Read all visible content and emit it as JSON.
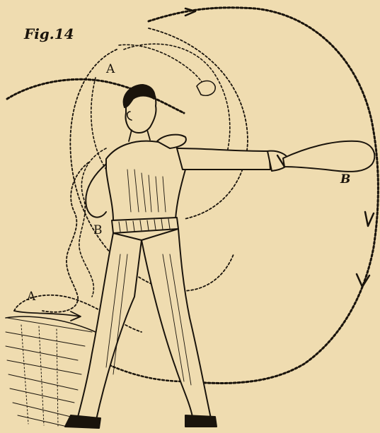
{
  "figure": {
    "label": "Fig.14",
    "point_labels": {
      "a_top": "A",
      "b_mid": "B",
      "a_bottom": "A",
      "b_club": "B"
    }
  },
  "colors": {
    "paper": "#efdcb0",
    "ink": "#1a140c"
  }
}
